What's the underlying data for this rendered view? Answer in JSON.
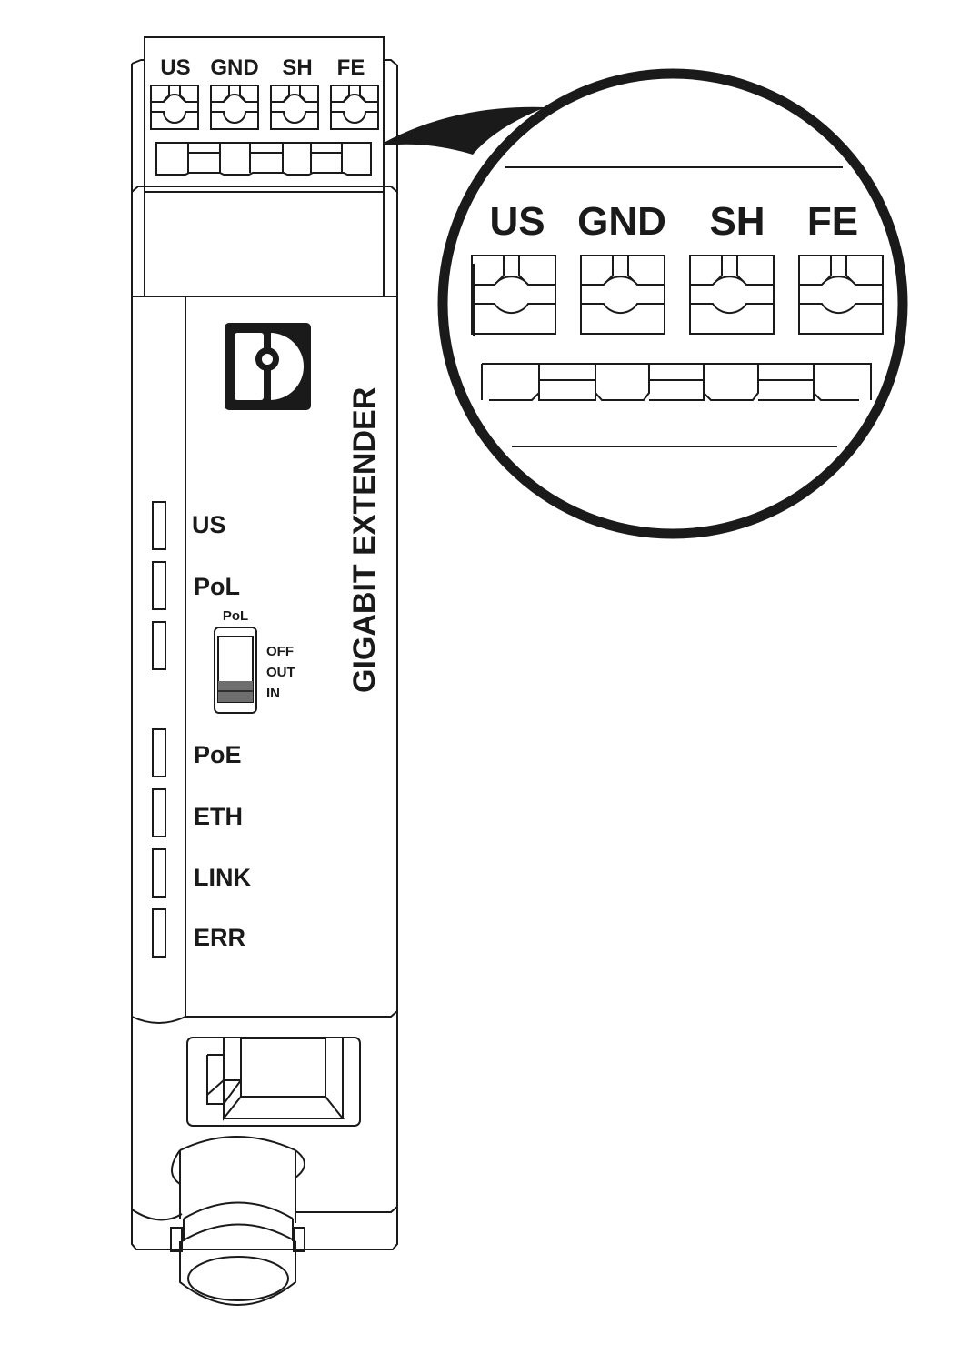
{
  "device": {
    "title": "GIGABIT EXTENDER",
    "brand_logo": "phoenix-contact-logo",
    "terminal_labels": [
      "US",
      "GND",
      "SH",
      "FE"
    ],
    "leds": [
      {
        "label": "US"
      },
      {
        "label": "PoL"
      },
      {
        "label": ""
      },
      {
        "label": "PoE"
      },
      {
        "label": "ETH"
      },
      {
        "label": "LINK"
      },
      {
        "label": "ERR"
      }
    ],
    "switch": {
      "title": "PoL",
      "positions": [
        "OFF",
        "OUT",
        "IN"
      ],
      "selected": "IN"
    },
    "ports": [
      "rj45-port",
      "bnc-connector"
    ]
  },
  "callout": {
    "terminal_labels": [
      "US",
      "GND",
      "SH",
      "FE"
    ]
  },
  "colors": {
    "line": "#1a1a1a",
    "background": "#ffffff",
    "switch_slider": "#6e6e6e"
  }
}
